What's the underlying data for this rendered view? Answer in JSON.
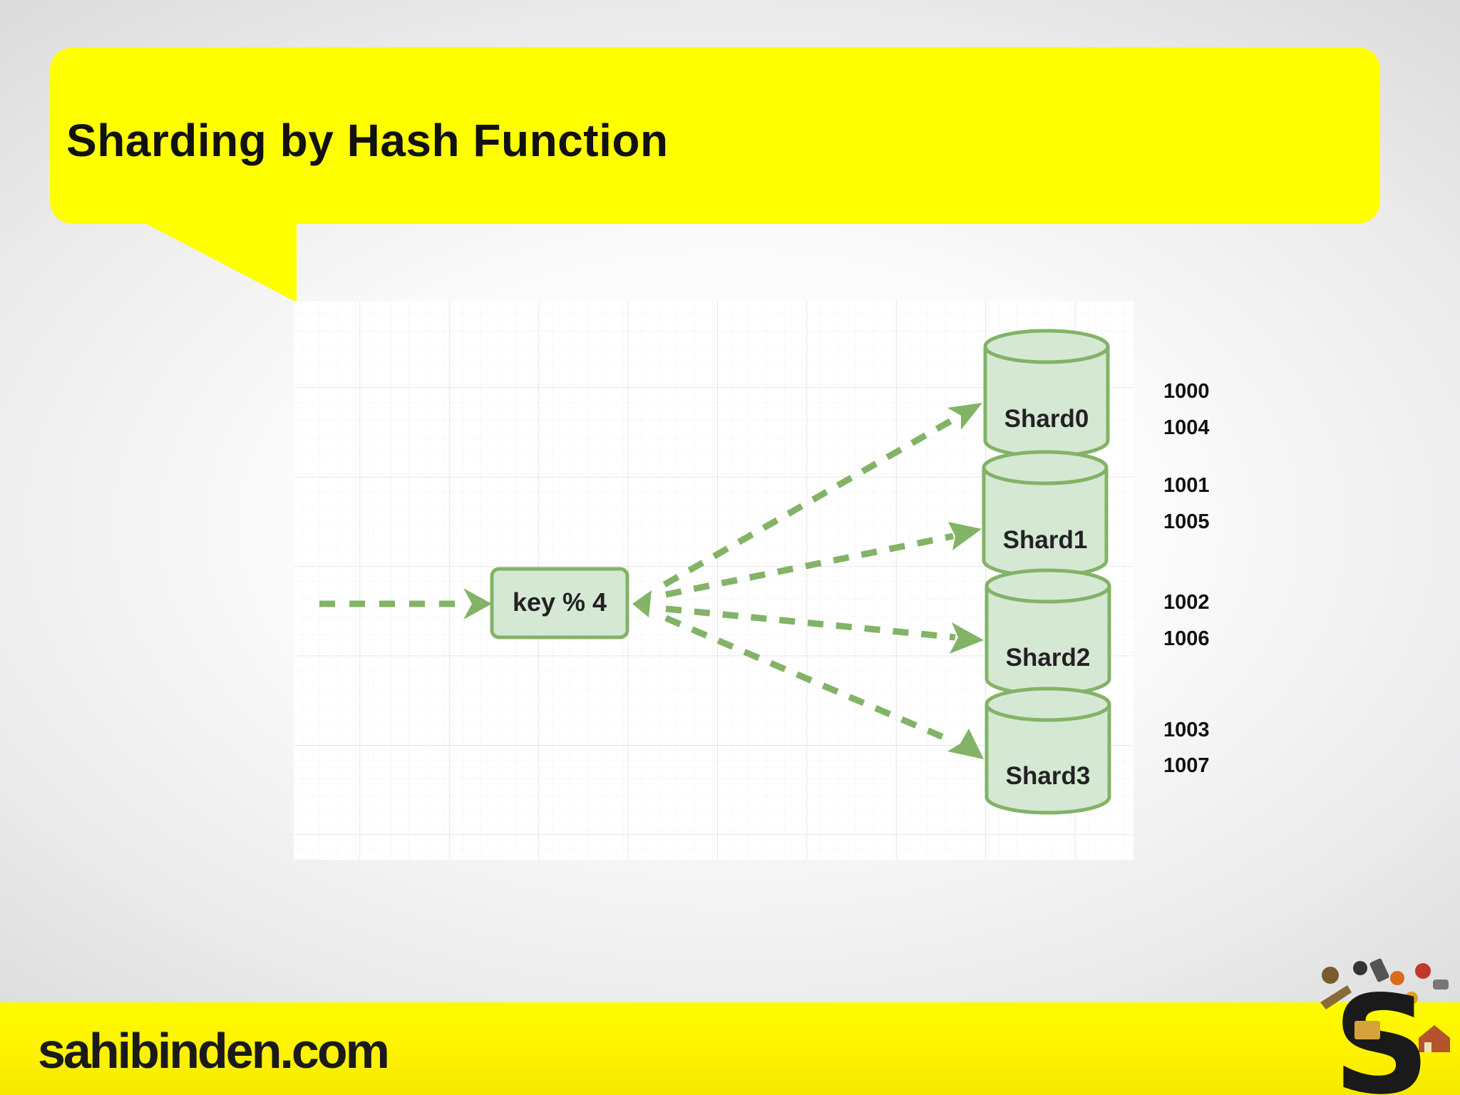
{
  "slide": {
    "title": "Sharding by Hash Function",
    "accent_color": "#ffff00",
    "diagram_color": "#82b366",
    "node_fill": "#d5e8d4"
  },
  "diagram": {
    "hash_node": {
      "label": "key % 4"
    },
    "shards": [
      {
        "label": "Shard0",
        "keys": [
          "1000",
          "1004"
        ]
      },
      {
        "label": "Shard1",
        "keys": [
          "1001",
          "1005"
        ]
      },
      {
        "label": "Shard2",
        "keys": [
          "1002",
          "1006"
        ]
      },
      {
        "label": "Shard3",
        "keys": [
          "1003",
          "1007"
        ]
      }
    ]
  },
  "footer": {
    "brand": "sahibinden.com",
    "logo_icon": "sahibinden-s-logo-icon"
  }
}
